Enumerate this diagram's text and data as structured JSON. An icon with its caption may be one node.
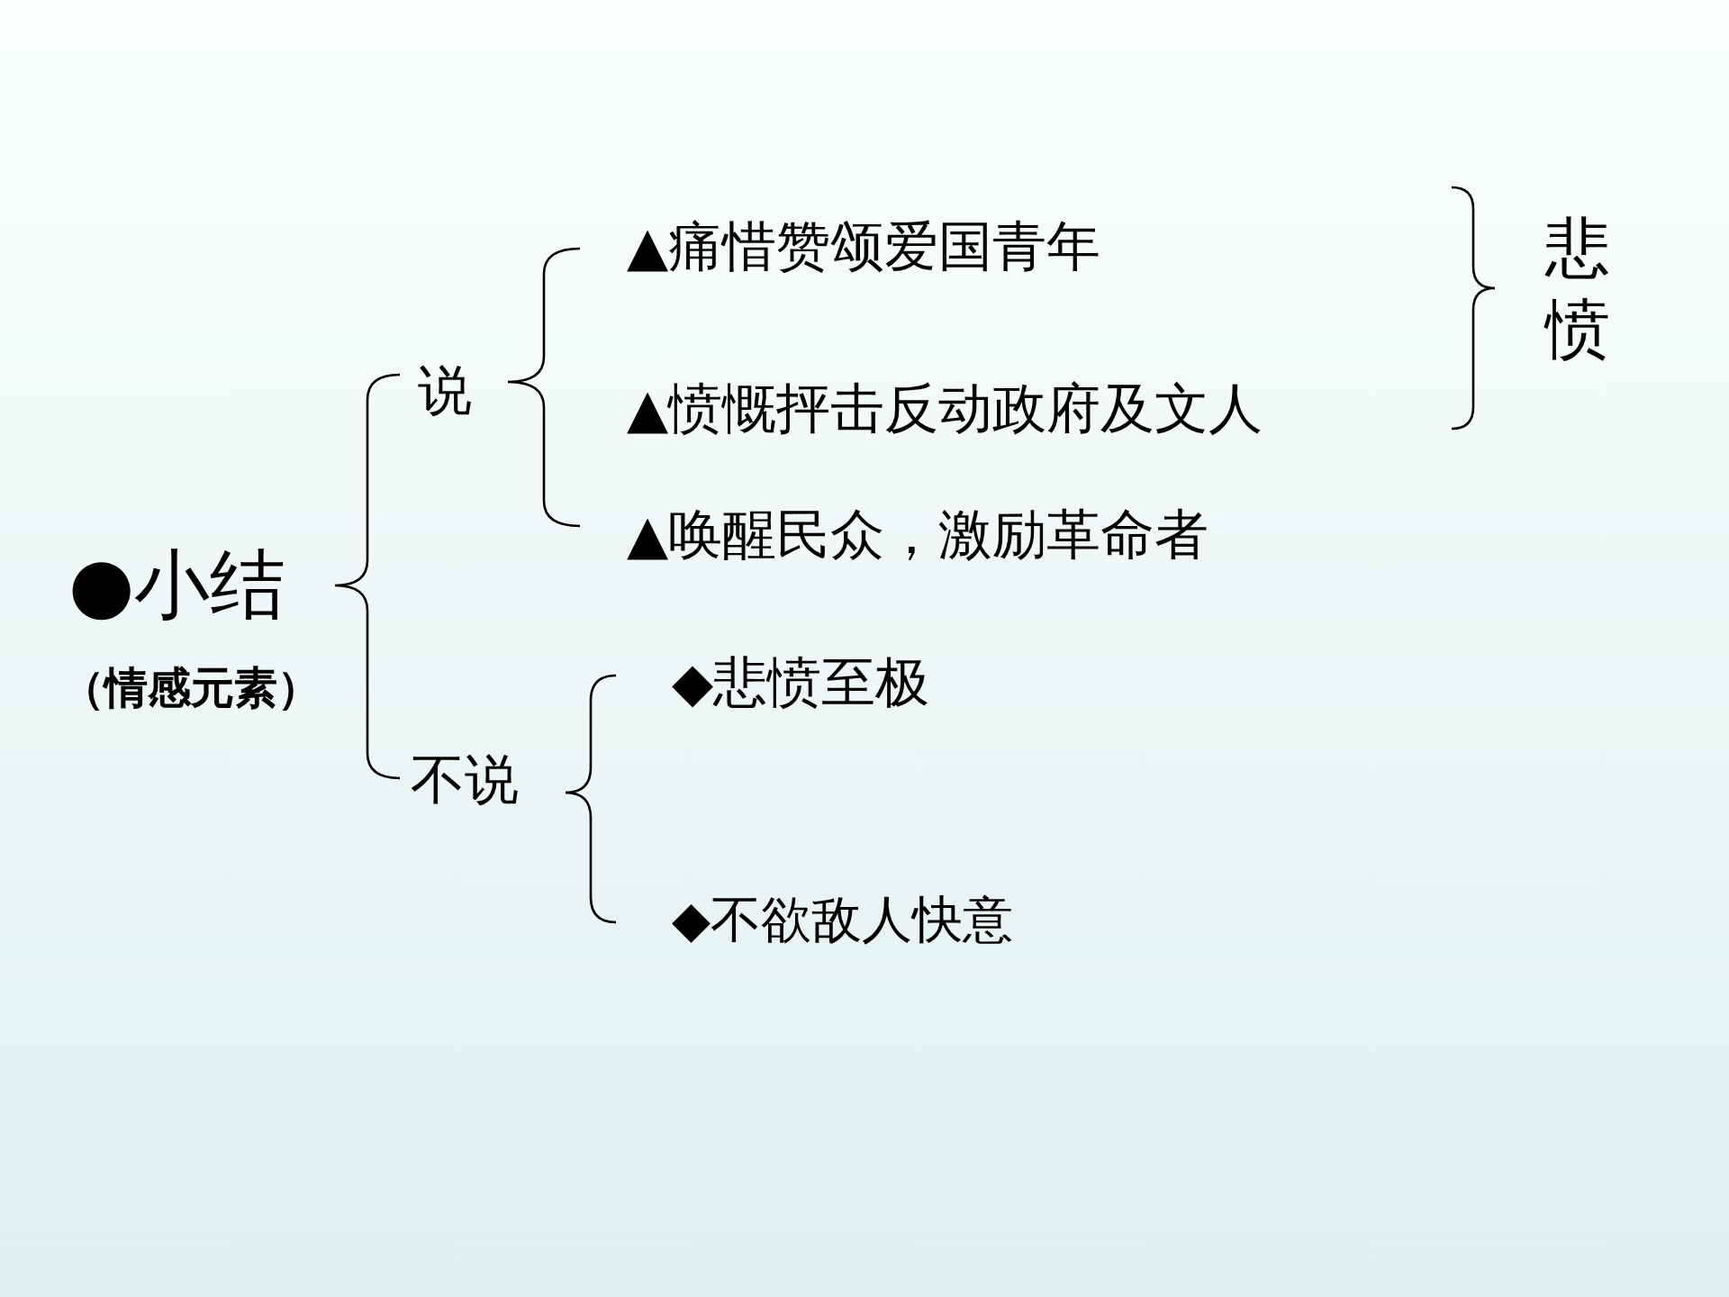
{
  "diagram": {
    "labels": [
      "●小结",
      "（情感元素）",
      "说",
      "▲痛惜赞颂爱国青年",
      "▲愤慨抨击反动政府及文人",
      "悲愤",
      "▲唤醒民众，激励革命者",
      "不说",
      "◆悲愤至极",
      "◆不欲敌人快意"
    ]
  }
}
